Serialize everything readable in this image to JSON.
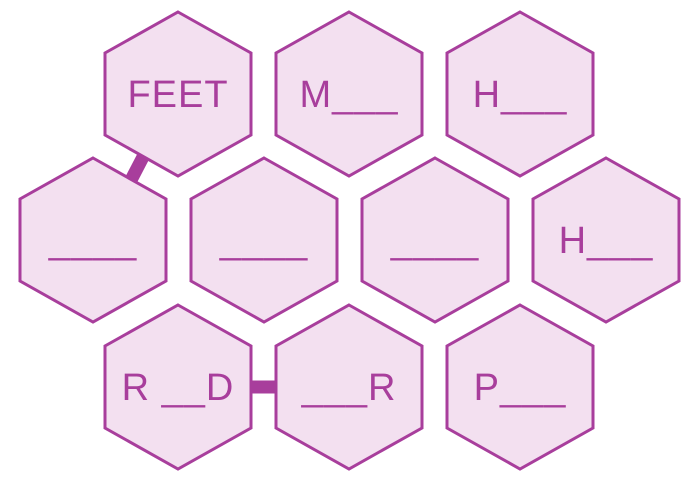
{
  "puzzle": {
    "colors": {
      "fill": "#f3e0f0",
      "stroke": "#a83e9c",
      "text": "#a83e9c",
      "connector": "#a83e9c"
    },
    "cells": [
      {
        "id": "r1c1",
        "text": "FEET"
      },
      {
        "id": "r1c2",
        "text": "M___"
      },
      {
        "id": "r1c3",
        "text": "H___"
      },
      {
        "id": "r2c1",
        "text": "____"
      },
      {
        "id": "r2c2",
        "text": "____"
      },
      {
        "id": "r2c3",
        "text": "____"
      },
      {
        "id": "r2c4",
        "text": "H___"
      },
      {
        "id": "r3c1",
        "text": "R __D"
      },
      {
        "id": "r3c2",
        "text": "___R"
      },
      {
        "id": "r3c3",
        "text": "P___"
      }
    ],
    "connectors": [
      {
        "from": "r1c1",
        "to": "r2c1"
      },
      {
        "from": "r3c1",
        "to": "r3c2"
      }
    ]
  }
}
